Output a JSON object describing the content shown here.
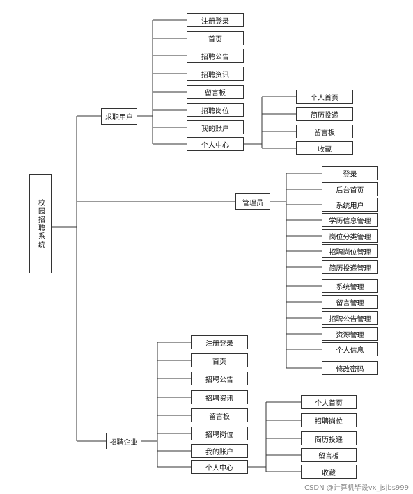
{
  "root": "校园招聘系统",
  "branches": {
    "job_seeker": {
      "label": "求职用户",
      "items": [
        "注册登录",
        "首页",
        "招聘公告",
        "招聘资讯",
        "留言板",
        "招聘岗位",
        "我的账户",
        "个人中心"
      ],
      "personal_center": [
        "个人首页",
        "简历投递",
        "留言板",
        "收藏"
      ]
    },
    "admin": {
      "label": "管理员",
      "items": [
        "登录",
        "后台首页",
        "系统用户",
        "学历信息管理",
        "岗位分类管理",
        "招聘岗位管理",
        "简历投递管理",
        "系统管理",
        "留言管理",
        "招聘公告管理",
        "资源管理",
        "个人信息",
        "修改密码"
      ]
    },
    "company": {
      "label": "招聘企业",
      "items": [
        "注册登录",
        "首页",
        "招聘公告",
        "招聘资讯",
        "留言板",
        "招聘岗位",
        "我的账户",
        "个人中心"
      ],
      "personal_center": [
        "个人首页",
        "招聘岗位",
        "简历投递",
        "留言板",
        "收藏"
      ]
    }
  },
  "watermark": "CSDN @计算机毕设vx_jsjbs999"
}
